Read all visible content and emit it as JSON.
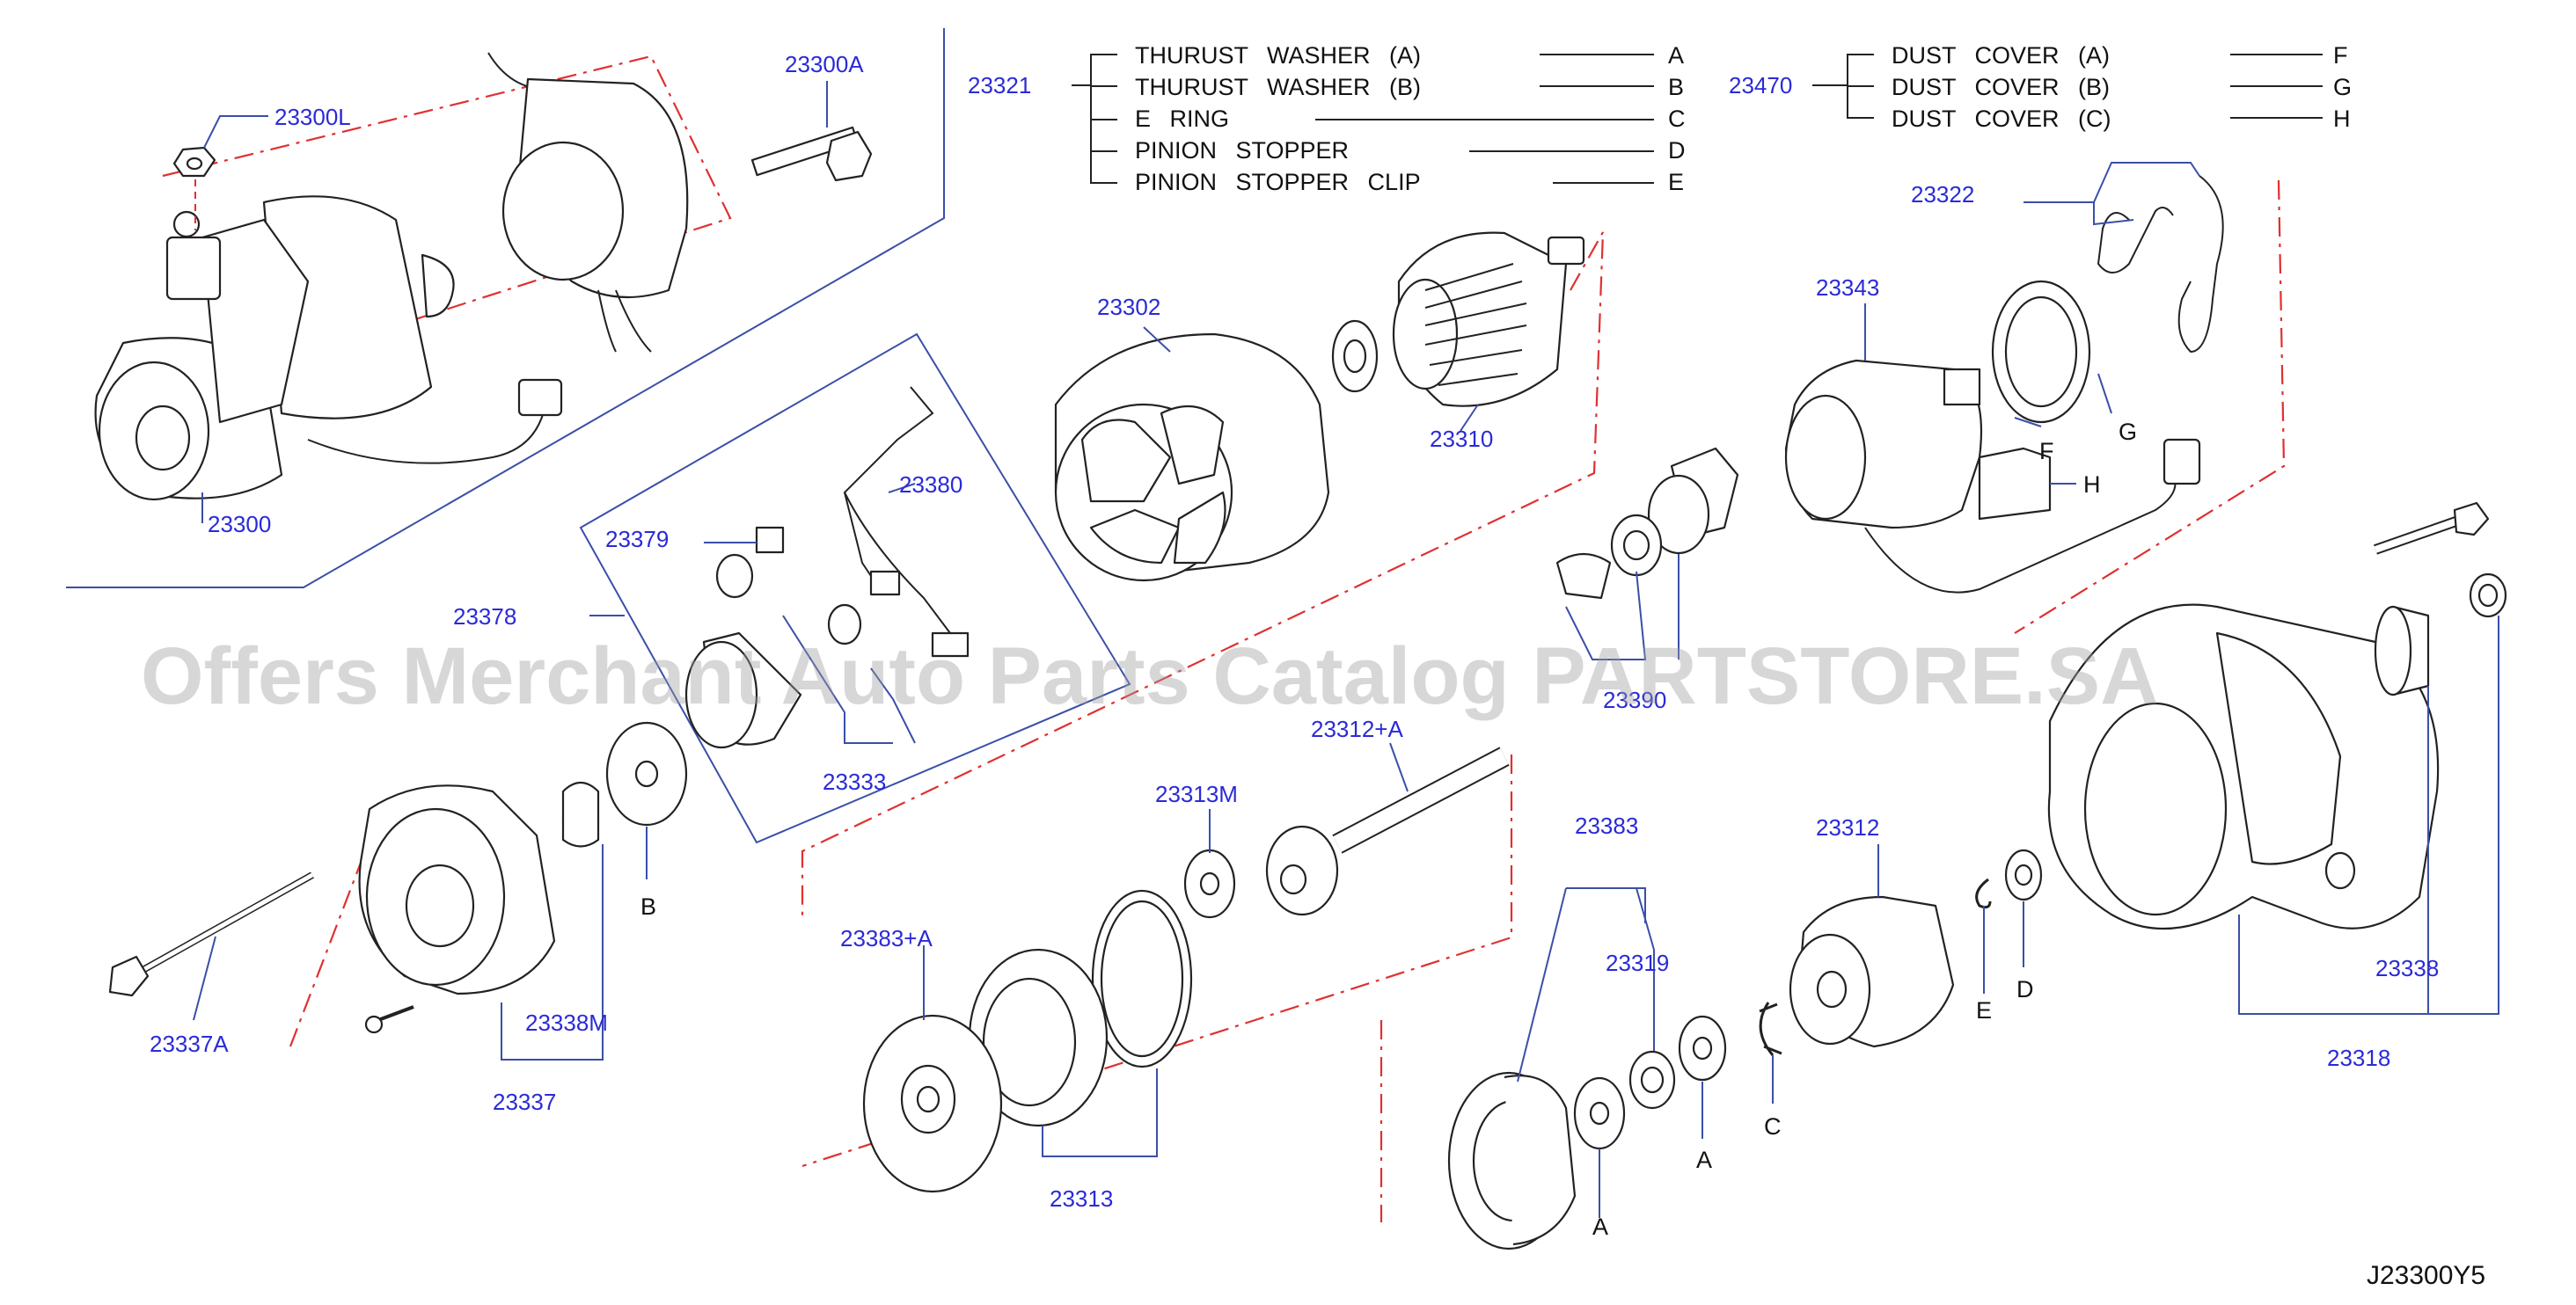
{
  "watermark": "Offers Merchant Auto Parts Catalog PARTSTORE.SA",
  "diagram_code": "J23300Y5",
  "legend_23321": {
    "code": "23321",
    "items": [
      {
        "name": "THURUST WASHER (A)",
        "letter": "A"
      },
      {
        "name": "THURUST WASHER (B)",
        "letter": "B"
      },
      {
        "name": "E RING",
        "letter": "C"
      },
      {
        "name": "PINION STOPPER",
        "letter": "D"
      },
      {
        "name": "PINION STOPPER CLIP",
        "letter": "E"
      }
    ]
  },
  "legend_23470": {
    "code": "23470",
    "items": [
      {
        "name": "DUST COVER (A)",
        "letter": "F"
      },
      {
        "name": "DUST COVER (B)",
        "letter": "G"
      },
      {
        "name": "DUST COVER (C)",
        "letter": "H"
      }
    ]
  },
  "part_labels": {
    "p23300L": "23300L",
    "p23300A": "23300A",
    "p23300": "23300",
    "p23302": "23302",
    "p23310": "23310",
    "p23322": "23322",
    "p23343": "23343",
    "p23379": "23379",
    "p23380": "23380",
    "p23378": "23378",
    "p23333": "23333",
    "p23390": "23390",
    "p23312A": "23312+A",
    "p23313M": "23313M",
    "p23383": "23383",
    "p23319": "23319",
    "p23312": "23312",
    "p23383A": "23383+A",
    "p23313": "23313",
    "p23338M": "23338M",
    "p23337": "23337",
    "p23337A": "23337A",
    "p23338": "23338",
    "p23318": "23318"
  },
  "letter_callouts": {
    "b": "B",
    "f": "F",
    "g": "G",
    "h": "H",
    "a1": "A",
    "a2": "A",
    "c": "C",
    "e": "E",
    "d": "D"
  }
}
